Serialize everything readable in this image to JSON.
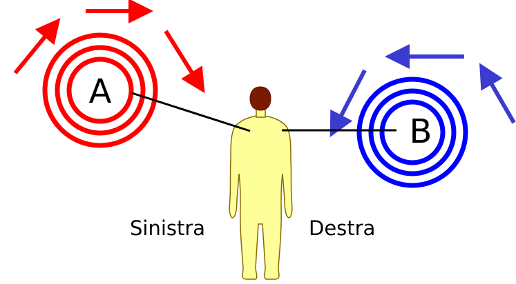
{
  "labels": {
    "point_a": "A",
    "point_b": "B",
    "left_side": "Sinistra",
    "right_side": "Destra"
  },
  "colors": {
    "left_rings": "#ff0000",
    "left_arrows": "#ff0000",
    "right_rings": "#0000ff",
    "right_arrows": "#3b3bd0",
    "figure_fill": "#ffff99",
    "figure_outline": "#8a6a00",
    "head_fill": "#7a1a00",
    "connector": "#000000"
  },
  "icons": {
    "left_arrow_direction": "clockwise-arrows",
    "right_arrow_direction": "counterclockwise-arrows",
    "figure": "human-figure-back-view"
  }
}
